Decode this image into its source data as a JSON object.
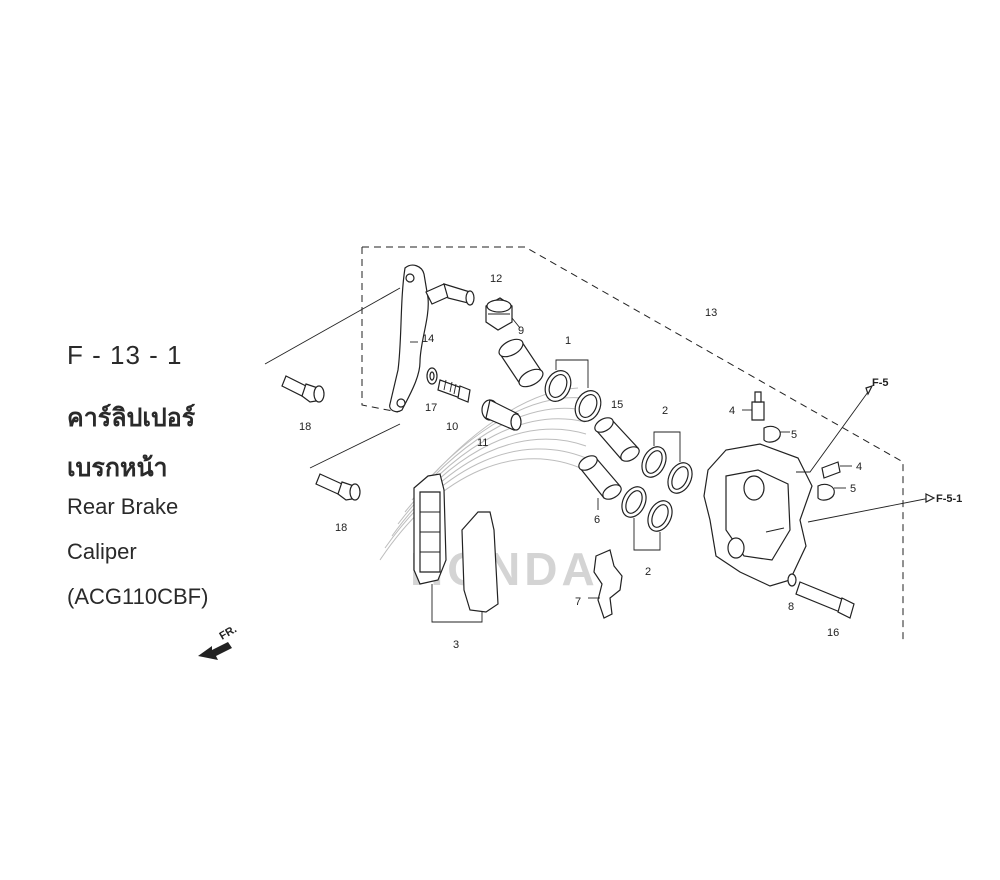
{
  "figure": {
    "code": "F - 13 - 1",
    "title_th_line1": "คาร์ลิปเปอร์",
    "title_th_line2": "เบรกหน้า",
    "title_en_line1": "Rear Brake",
    "title_en_line2": "Caliper",
    "model": "(ACG110CBF)"
  },
  "direction_marker": {
    "label": "FR.",
    "icon": "front-direction-arrow-icon"
  },
  "watermark": {
    "text": "HONDA",
    "icon": "honda-wing-logo"
  },
  "callouts": {
    "p1": "1",
    "p2_upper": "2",
    "p2_lower": "2",
    "p3": "3",
    "p4_upper": "4",
    "p4_lower": "4",
    "p5_upper": "5",
    "p5_lower": "5",
    "p6": "6",
    "p7": "7",
    "p8": "8",
    "p9": "9",
    "p10": "10",
    "p11": "11",
    "p12": "12",
    "p13": "13",
    "p14": "14",
    "p15": "15",
    "p16": "16",
    "p17": "17",
    "p18_upper": "18",
    "p18_lower": "18"
  },
  "references": {
    "f5": "F-5",
    "f5_1": "F-5-1"
  },
  "colors": {
    "ink": "#222222",
    "watermark": "#d4d4d4",
    "background": "#ffffff"
  }
}
